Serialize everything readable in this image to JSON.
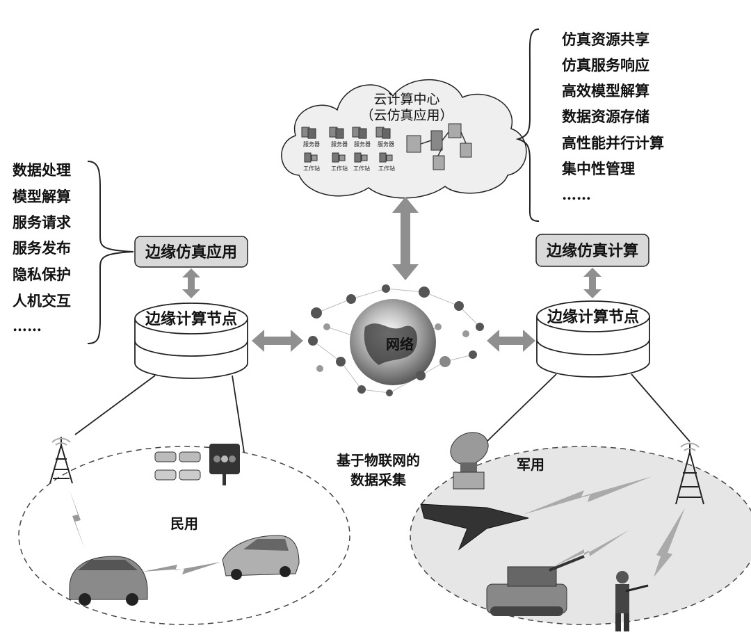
{
  "cloud": {
    "line1": "云计算中心",
    "line2": "（云仿真应用）",
    "server_label": "服务器",
    "workstation_label": "工作站"
  },
  "right_list": [
    "仿真资源共享",
    "仿真服务响应",
    "高效模型解算",
    "数据资源存储",
    "高性能并行计算",
    "集中性管理",
    "……"
  ],
  "left_list": [
    "数据处理",
    "模型解算",
    "服务请求",
    "服务发布",
    "隐私保护",
    "人机交互",
    "……"
  ],
  "left_app_box": "边缘仿真应用",
  "right_app_box": "边缘仿真计算",
  "left_node": "边缘计算节点",
  "right_node": "边缘计算节点",
  "network": "网络",
  "iot_label": {
    "line1": "基于物联网的",
    "line2": "数据采集"
  },
  "civil_label": "民用",
  "military_label": "军用",
  "colors": {
    "box_fill": "#d9d9d9",
    "arrow": "#8f8f8f",
    "zone_fill": "#e6e6e6",
    "cloud_fill": "#efefef",
    "line": "#222222"
  }
}
